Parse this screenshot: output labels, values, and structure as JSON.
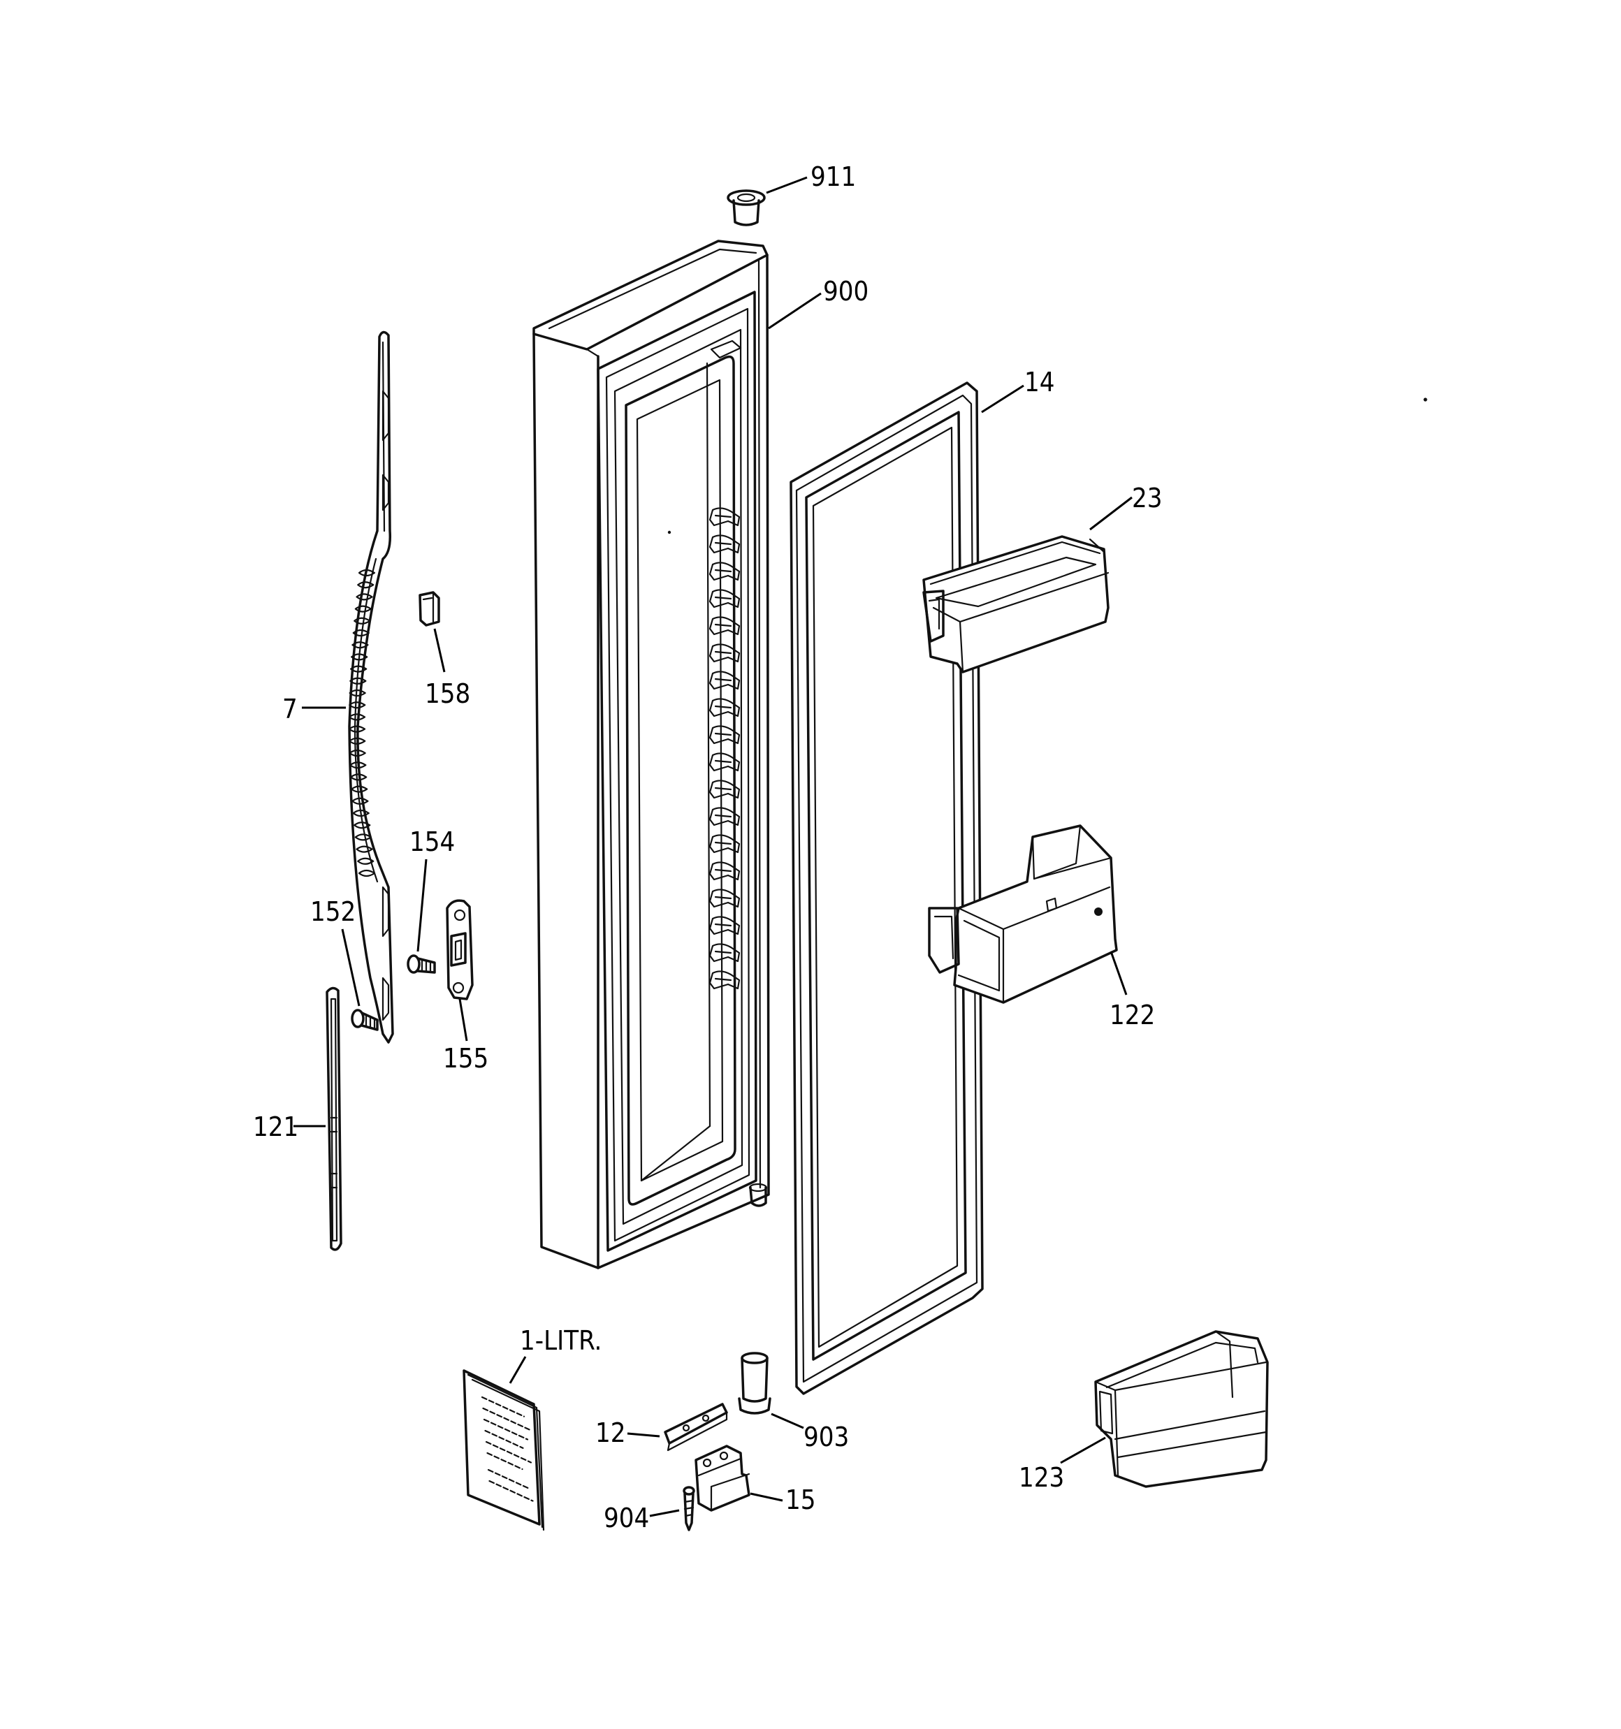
{
  "diagram": {
    "labels": {
      "p911": "911",
      "p900": "900",
      "p14": "14",
      "p23": "23",
      "p158": "158",
      "p7": "7",
      "p154": "154",
      "p152": "152",
      "p155": "155",
      "p122": "122",
      "p121": "121",
      "p1litr": "1-LITR.",
      "p12": "12",
      "p903": "903",
      "p904": "904",
      "p15": "15",
      "p123": "123"
    },
    "line_color": "#000000",
    "background": "#ffffff"
  }
}
